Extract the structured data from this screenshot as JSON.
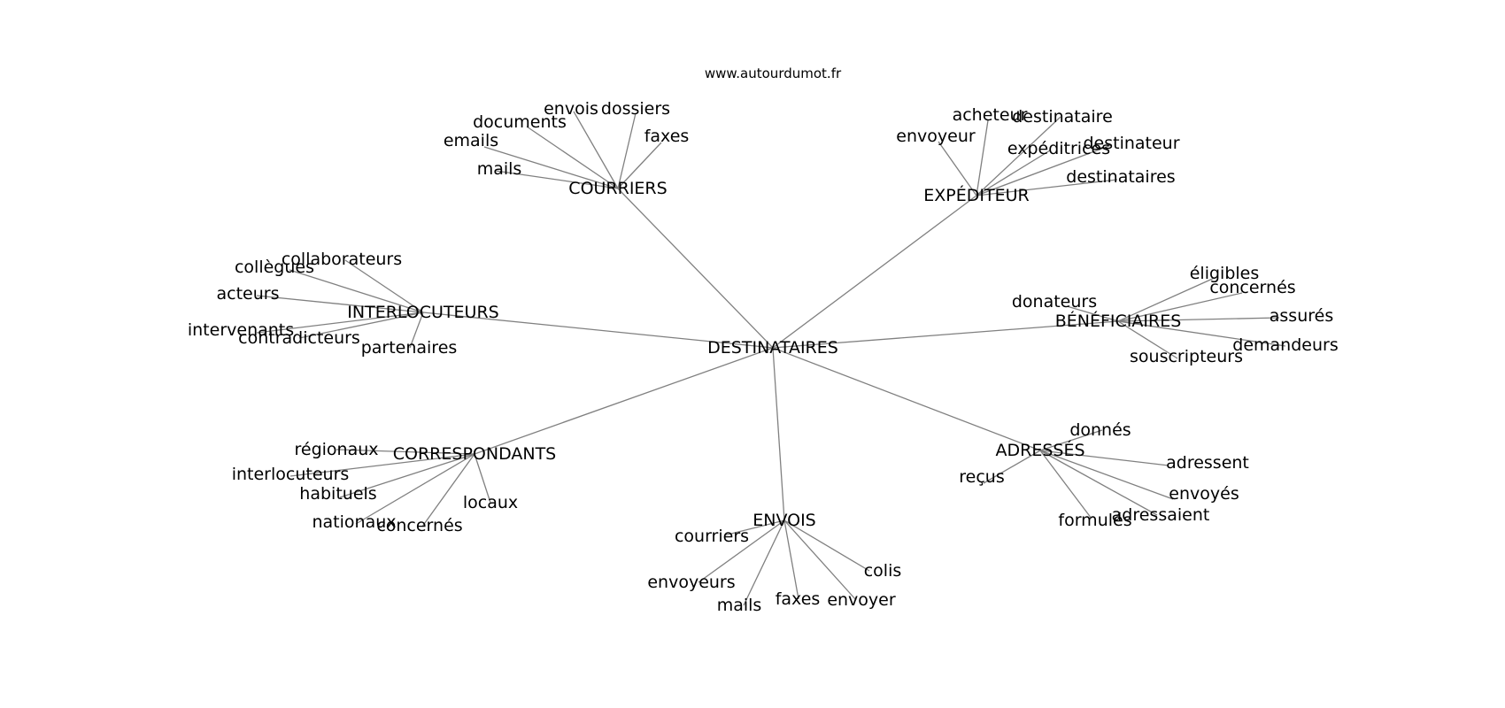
{
  "watermark": "www.autourdumot.fr",
  "center": {
    "label": "DESTINATAIRES"
  },
  "hubs": [
    {
      "label": "COURRIERS",
      "leaves": [
        "envois",
        "dossiers",
        "documents",
        "emails",
        "faxes",
        "mails"
      ]
    },
    {
      "label": "EXPÉDITEUR",
      "leaves": [
        "acheteur",
        "destinataire",
        "envoyeur",
        "expéditrices",
        "destinateur",
        "destinataires"
      ]
    },
    {
      "label": "INTERLOCUTEURS",
      "leaves": [
        "collaborateurs",
        "collègues",
        "acteurs",
        "intervenants",
        "contradicteurs",
        "partenaires"
      ]
    },
    {
      "label": "BÉNÉFICIAIRES",
      "leaves": [
        "éligibles",
        "concernés",
        "donateurs",
        "assurés",
        "demandeurs",
        "souscripteurs"
      ]
    },
    {
      "label": "CORRESPONDANTS",
      "leaves": [
        "régionaux",
        "interlocuteurs",
        "habituels",
        "locaux",
        "nationaux",
        "concernés"
      ]
    },
    {
      "label": "ADRESSÉS",
      "leaves": [
        "donnés",
        "adressent",
        "reçus",
        "envoyés",
        "adressaient",
        "formulés"
      ]
    },
    {
      "label": "ENVOIS",
      "leaves": [
        "courriers",
        "colis",
        "envoyeurs",
        "faxes",
        "envoyer",
        "mails"
      ]
    }
  ]
}
